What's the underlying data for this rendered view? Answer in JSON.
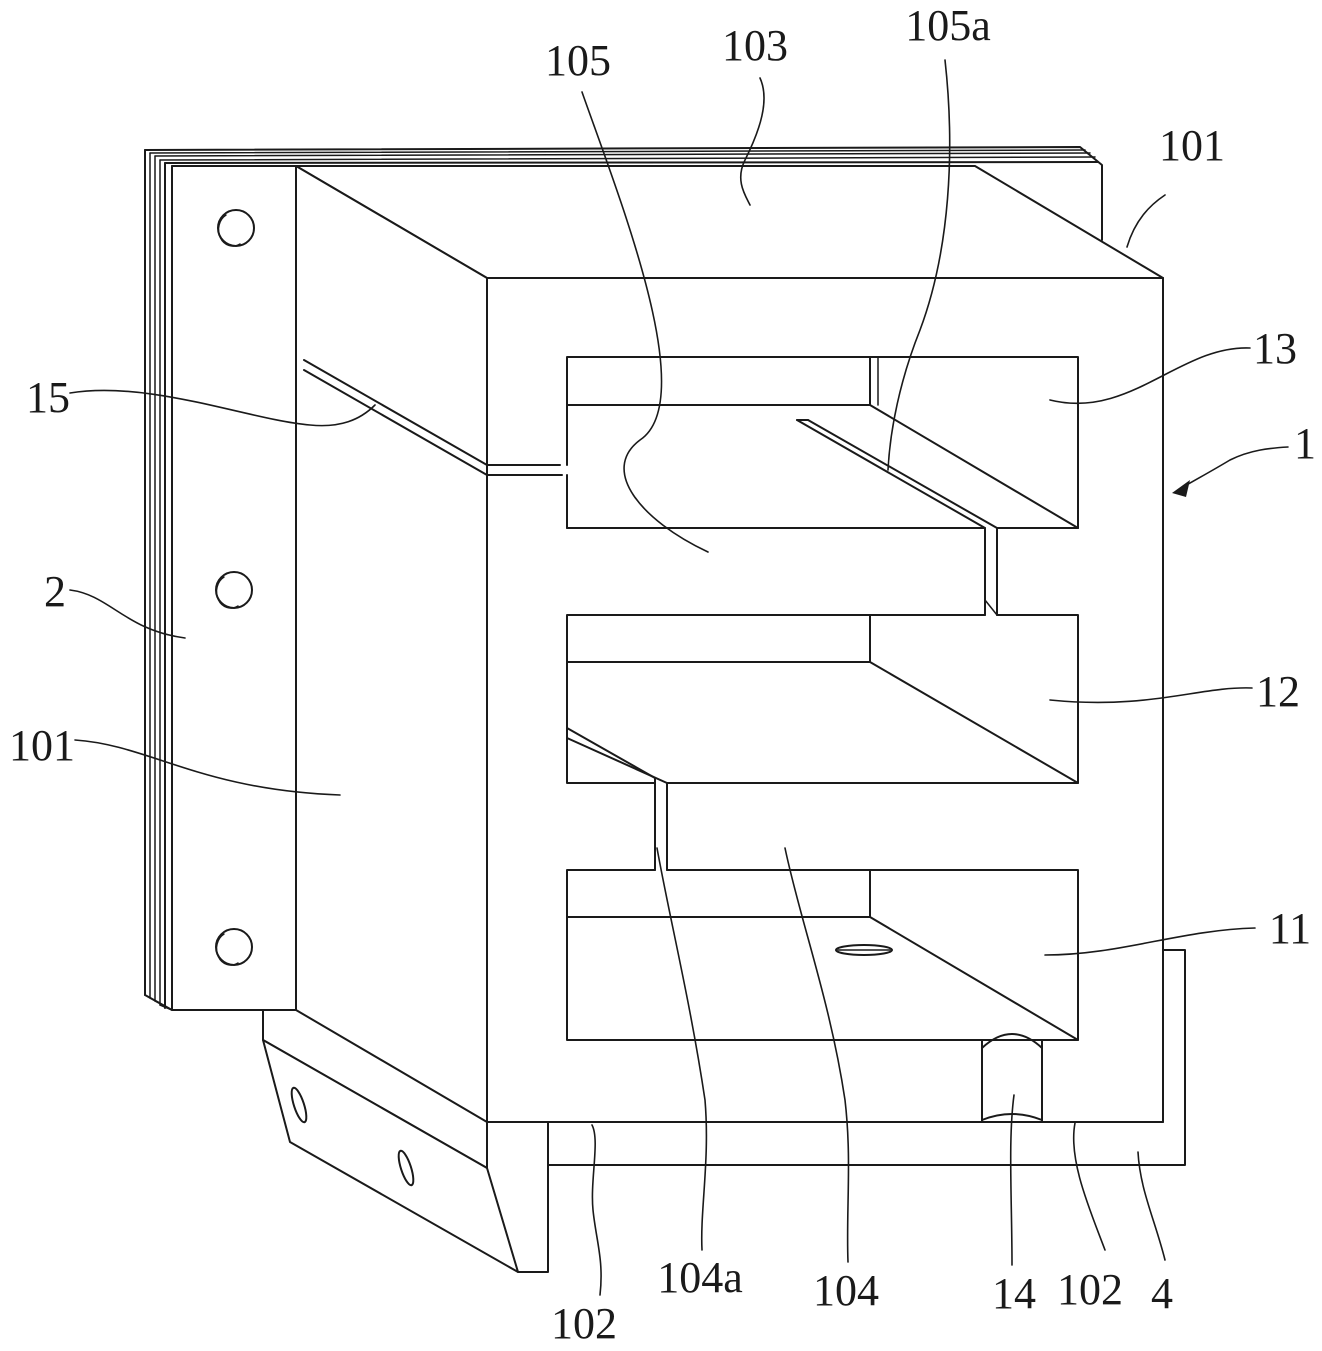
{
  "figure": {
    "labels": [
      {
        "id": "lbl-105",
        "text": "105"
      },
      {
        "id": "lbl-103",
        "text": "103"
      },
      {
        "id": "lbl-105a",
        "text": "105a"
      },
      {
        "id": "lbl-101-top",
        "text": "101"
      },
      {
        "id": "lbl-13",
        "text": "13"
      },
      {
        "id": "lbl-15",
        "text": "15"
      },
      {
        "id": "lbl-1",
        "text": "1"
      },
      {
        "id": "lbl-2",
        "text": "2"
      },
      {
        "id": "lbl-12",
        "text": "12"
      },
      {
        "id": "lbl-101-left",
        "text": "101"
      },
      {
        "id": "lbl-11",
        "text": "11"
      },
      {
        "id": "lbl-102-left",
        "text": "102"
      },
      {
        "id": "lbl-104a",
        "text": "104a"
      },
      {
        "id": "lbl-104",
        "text": "104"
      },
      {
        "id": "lbl-14",
        "text": "14"
      },
      {
        "id": "lbl-102-right",
        "text": "102"
      },
      {
        "id": "lbl-4",
        "text": "4"
      }
    ]
  }
}
